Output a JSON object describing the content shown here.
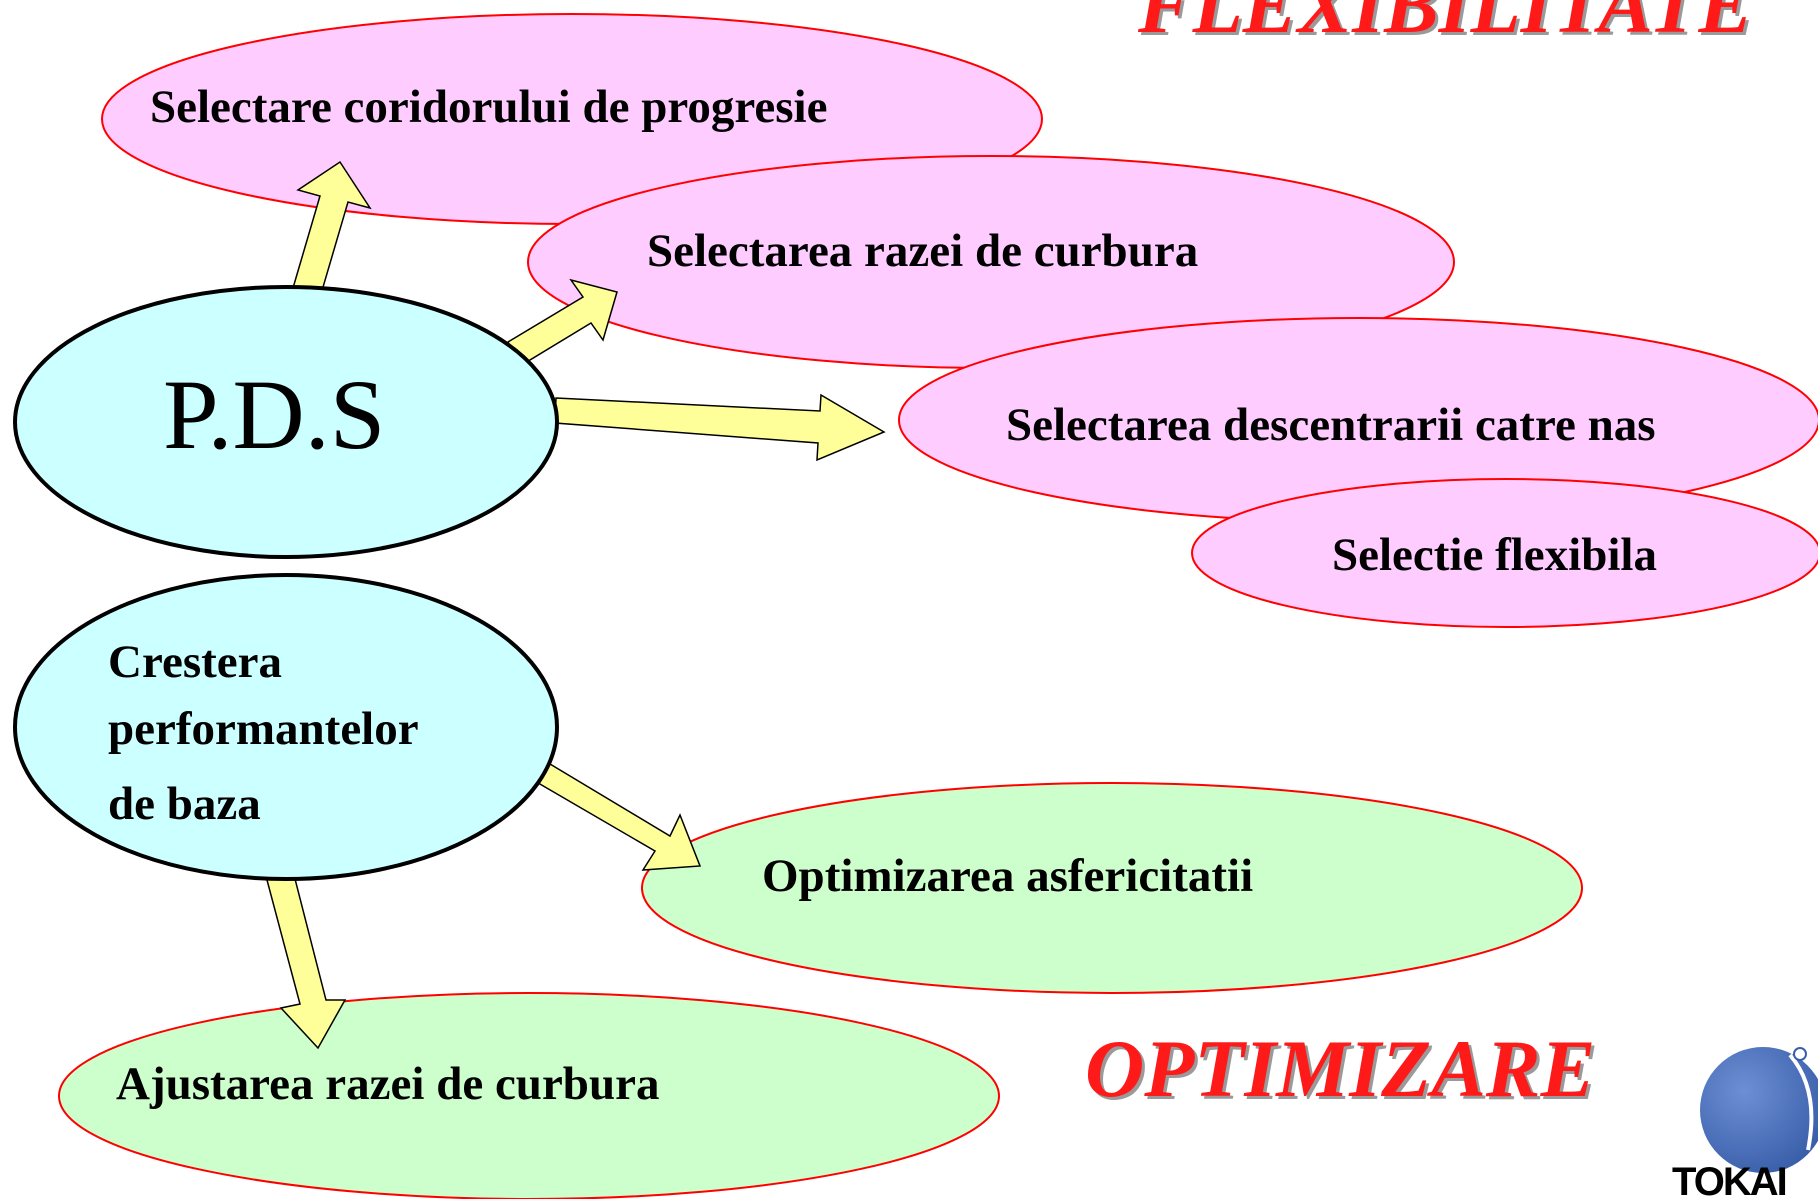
{
  "headings": {
    "top": "FLEXIBILITATE",
    "bottom": "OPTIMIZARE"
  },
  "sources": {
    "pds": "P.D.S",
    "base": [
      "Crestera",
      "performantelor",
      "de baza"
    ]
  },
  "flexibility_items": [
    "Selectare coridorului de progresie",
    "Selectarea razei de curbura",
    "Selectarea descentrarii catre nas",
    "Selectie flexibila"
  ],
  "optimization_items": [
    "Optimizarea asfericitatii",
    "Ajustarea razei de curbura"
  ],
  "logo": {
    "text": "TOKAI"
  },
  "colors": {
    "source_fill": "#ccffff",
    "flexibility_fill": "#ffccff",
    "optimization_fill": "#ccffcc",
    "ellipse_stroke": "#ff0000",
    "arrow_fill": "#ffff99",
    "heading_color": "#ff1a1a"
  }
}
